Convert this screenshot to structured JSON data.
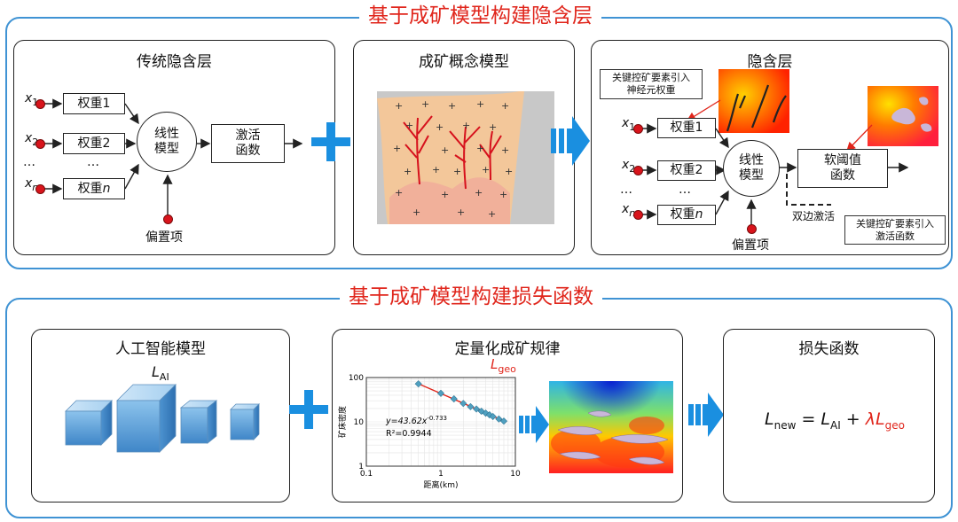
{
  "top_section": {
    "title": "基于成矿模型构建隐含层",
    "traditional": {
      "title": "传统隐含层",
      "inputs": [
        "x",
        "x",
        "x"
      ],
      "input_subs": [
        "1",
        "2",
        "n"
      ],
      "weights": [
        "权重1",
        "权重2",
        "权重"
      ],
      "weight_n_italic": "n",
      "dots": "…",
      "linear_model": "线性\n模型",
      "activation": "激活\n函数",
      "bias": "偏置项"
    },
    "concept": {
      "title": "成矿概念模型"
    },
    "hidden": {
      "title": "隐含层",
      "note_weights": "关键控矿要素引入\n神经元权重",
      "inputs": [
        "x",
        "x",
        "x"
      ],
      "input_subs": [
        "1",
        "2",
        "n"
      ],
      "weights": [
        "权重1",
        "权重2",
        "权重"
      ],
      "weight_n_italic": "n",
      "dots": "…",
      "linear_model": "线性\n模型",
      "soft_threshold": "软阈值\n函数",
      "bilateral": "双边激活",
      "note_activation": "关键控矿要素引入\n激活函数",
      "bias": "偏置项"
    }
  },
  "bottom_section": {
    "title": "基于成矿模型构建损失函数",
    "ai_model": {
      "title": "人工智能模型",
      "label_main": "L",
      "label_sub": "AI"
    },
    "quant": {
      "title": "定量化成矿规律",
      "lgeo_main": "L",
      "lgeo_sub": "geo",
      "equation": "y=43.62x",
      "equation_exp": "-0.733",
      "r2": "R²=0.9944",
      "ylabel": "矿床密度",
      "xlabel": "距离(km)"
    },
    "loss": {
      "title": "损失函数",
      "formula_parts": {
        "l": "L",
        "new": "new",
        "eq": " = ",
        "ai": "AI",
        "plus": " + ",
        "lambda": "λ",
        "geo": "geo"
      }
    }
  },
  "chart_data": {
    "type": "scatter",
    "title": "",
    "xlabel": "距离(km)",
    "ylabel": "矿床密度",
    "xscale": "log",
    "yscale": "log",
    "xlim": [
      0.1,
      10
    ],
    "ylim": [
      1,
      100
    ],
    "xticks": [
      "0.1",
      "1",
      "10"
    ],
    "yticks": [
      "1",
      "10",
      "100"
    ],
    "x": [
      0.5,
      1.0,
      1.5,
      2.0,
      2.5,
      3.0,
      3.5,
      4.0,
      4.5,
      5.0,
      6.0,
      7.0
    ],
    "y": [
      72,
      44,
      33,
      26,
      22,
      19.5,
      17.4,
      15.7,
      14.4,
      13.2,
      11.6,
      10.4
    ],
    "fit": {
      "a": 43.62,
      "b": -0.733,
      "r2": 0.9944
    },
    "colors": {
      "points": "#4f9fbf",
      "fit": "#e0261c"
    }
  },
  "colors": {
    "accent_blue": "#1a8fe0",
    "section_border": "#3f93d4",
    "title_red": "#e0261c"
  }
}
